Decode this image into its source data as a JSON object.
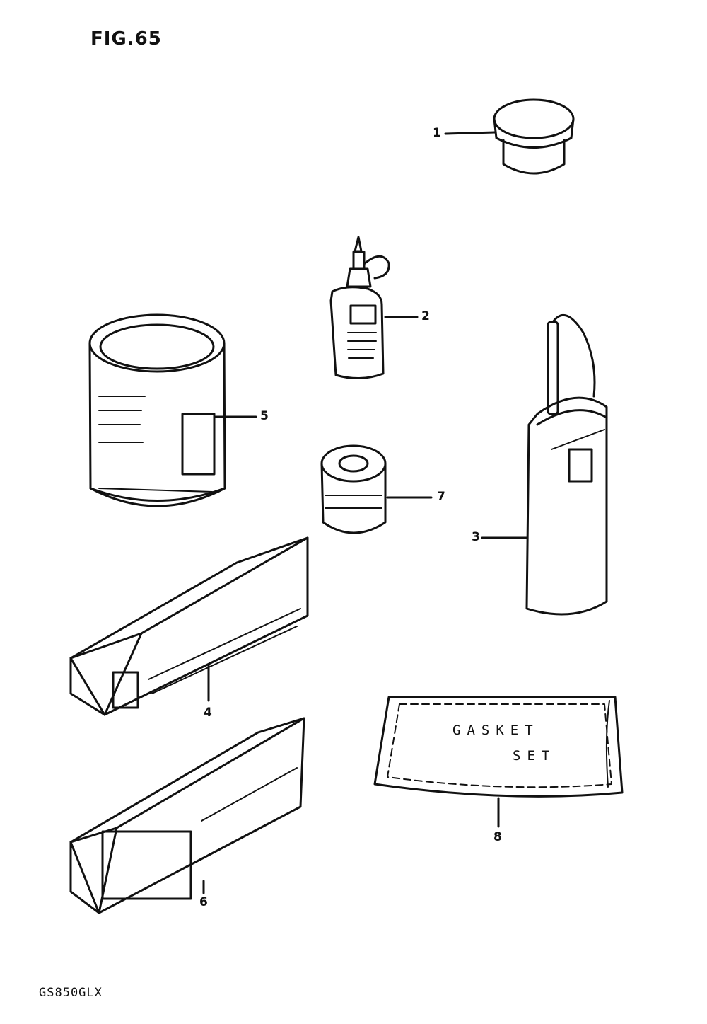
{
  "figure": {
    "title": "FIG.65",
    "model": "GS850GLX"
  },
  "callouts": [
    "1",
    "2",
    "3",
    "4",
    "5",
    "6",
    "7",
    "8"
  ],
  "package_text": {
    "gasket_line1": "GASKET",
    "gasket_line2": "SET"
  }
}
